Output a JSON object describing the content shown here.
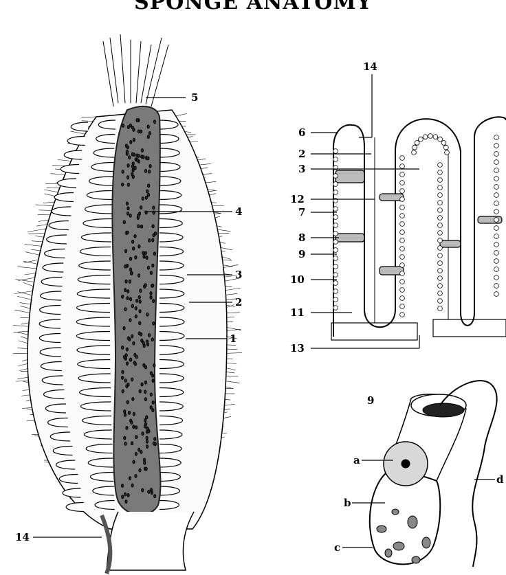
{
  "title": "SPONGE ANATOMY",
  "labels": {
    "l1": "1",
    "l2": "2",
    "l3": "3",
    "l4": "4",
    "l5": "5",
    "l14": "14",
    "r14": "14",
    "r6": "6",
    "r2": "2",
    "r3": "3",
    "r12": "12",
    "r7": "7",
    "r8": "8",
    "r9": "9",
    "r10": "10",
    "r11": "11",
    "r13": "13",
    "inset9": "9",
    "a": "a",
    "b": "b",
    "c": "c",
    "d": "d"
  },
  "colors": {
    "ink": "#000000",
    "cavity": "#7a7a7a",
    "cavity_dark": "#4a4a4a",
    "nucleus": "#d8d8d8"
  }
}
